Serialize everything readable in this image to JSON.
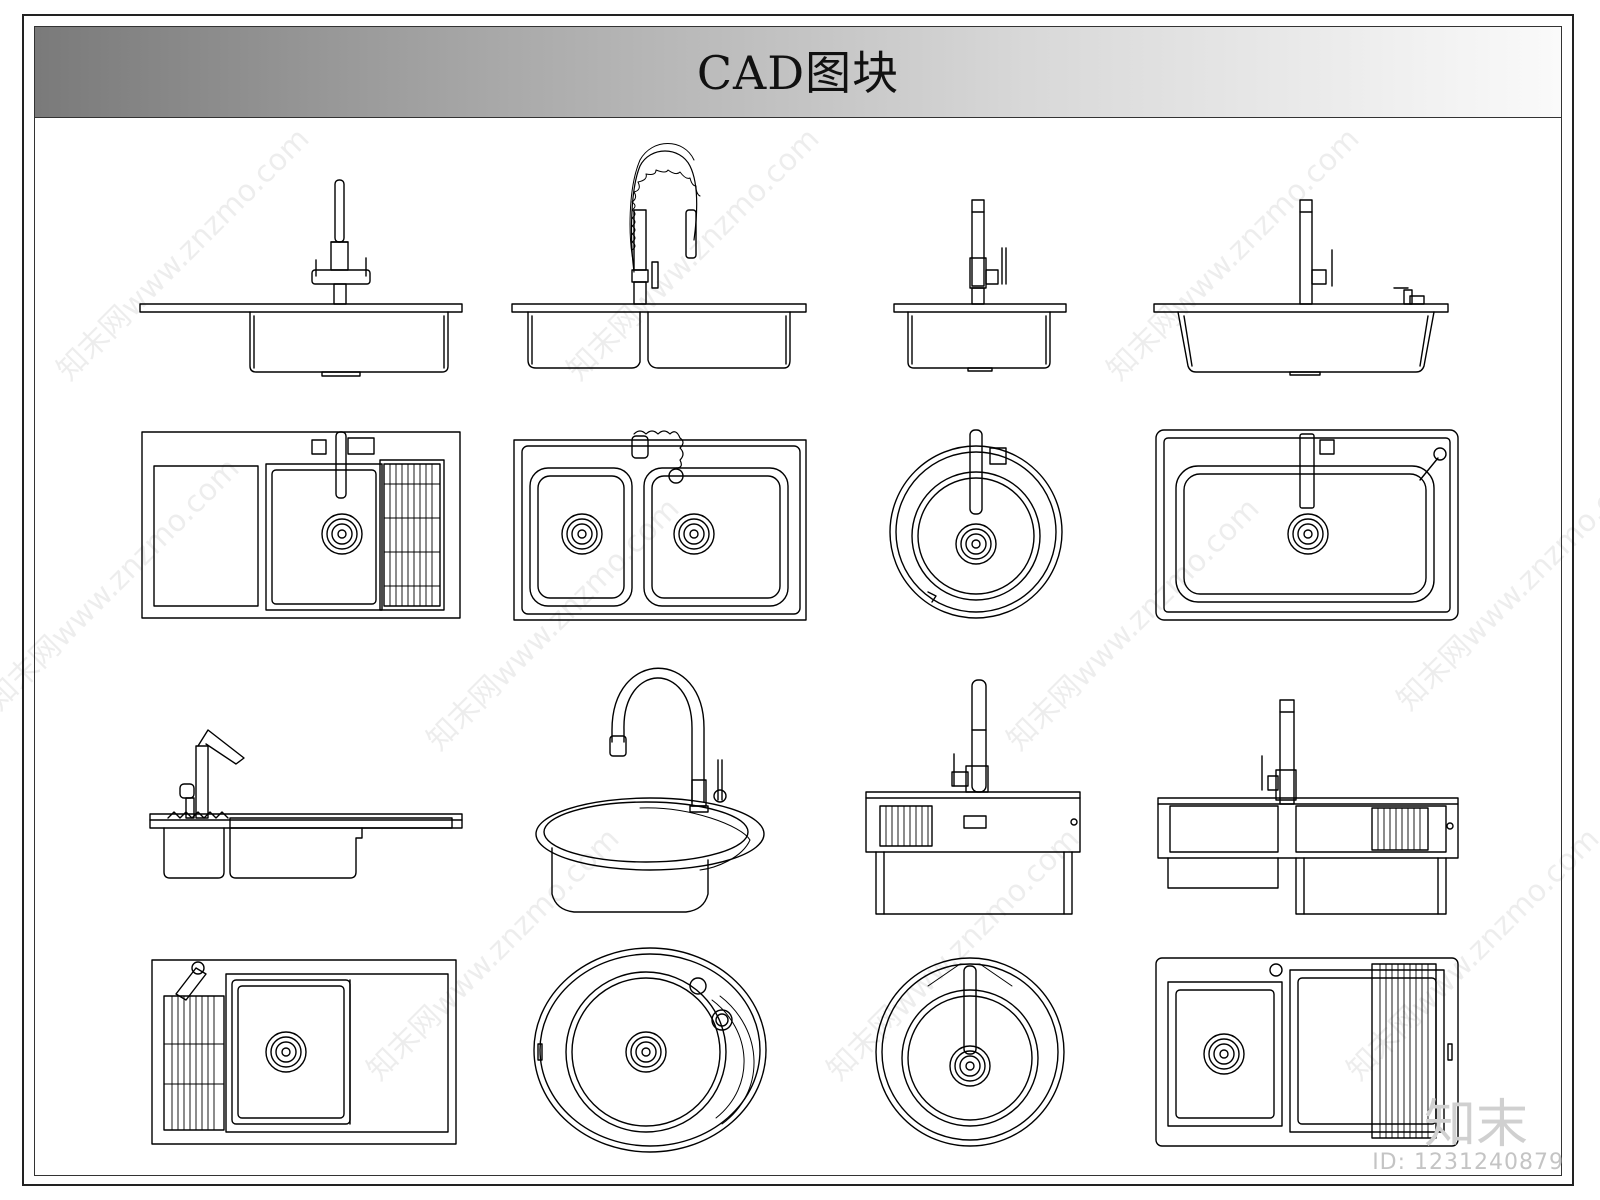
{
  "sheet": {
    "title": "CAD图块",
    "brand_logo": "知末",
    "brand_id": "ID: 1231240879",
    "watermark": "知末网www.znzmo.com"
  },
  "blocks": [
    {
      "row": 1,
      "col": 1,
      "view": "front",
      "sink": "single-bowl-with-drainboard",
      "faucet": "dual-handle"
    },
    {
      "row": 1,
      "col": 2,
      "view": "front",
      "sink": "double-bowl",
      "faucet": "spring-pull-down"
    },
    {
      "row": 1,
      "col": 3,
      "view": "front",
      "sink": "single-bowl",
      "faucet": "single-lever"
    },
    {
      "row": 1,
      "col": 4,
      "view": "front",
      "sink": "single-bowl",
      "faucet": "single-lever-with-soap-dispenser"
    },
    {
      "row": 2,
      "col": 1,
      "view": "top",
      "sink": "single-bowl-with-drainboard-and-rack"
    },
    {
      "row": 2,
      "col": 2,
      "view": "top",
      "sink": "double-bowl"
    },
    {
      "row": 2,
      "col": 3,
      "view": "top",
      "sink": "round"
    },
    {
      "row": 2,
      "col": 4,
      "view": "top",
      "sink": "large-single-bowl"
    },
    {
      "row": 3,
      "col": 1,
      "view": "front",
      "sink": "single-bowl-with-rack",
      "faucet": "angled-spout"
    },
    {
      "row": 3,
      "col": 2,
      "view": "front",
      "sink": "oval-with-drainboard",
      "faucet": "gooseneck"
    },
    {
      "row": 3,
      "col": 3,
      "view": "front",
      "sink": "handmade-single-bowl",
      "faucet": "single-lever"
    },
    {
      "row": 3,
      "col": 4,
      "view": "front",
      "sink": "handmade-double-bowl",
      "faucet": "single-lever"
    },
    {
      "row": 4,
      "col": 1,
      "view": "top",
      "sink": "single-bowl-with-rack-and-drainboard"
    },
    {
      "row": 4,
      "col": 2,
      "view": "top",
      "sink": "oval-with-drainboard"
    },
    {
      "row": 4,
      "col": 3,
      "view": "top",
      "sink": "round"
    },
    {
      "row": 4,
      "col": 4,
      "view": "top",
      "sink": "double-bowl-with-rack"
    }
  ]
}
